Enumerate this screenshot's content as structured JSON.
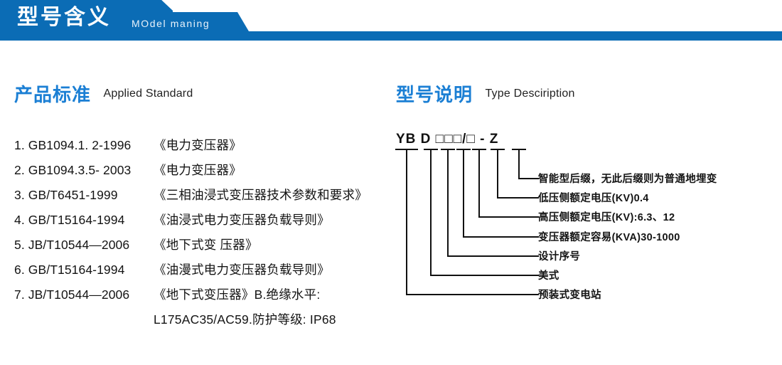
{
  "banner": {
    "title_cn": "型号含义",
    "title_en": "MOdel maning",
    "color": "#0b6cb5"
  },
  "sections": {
    "left": {
      "title_cn": "产品标准",
      "title_en": "Applied Standard"
    },
    "right": {
      "title_cn": "型号说明",
      "title_en": "Type Desciription"
    }
  },
  "standards": [
    {
      "code": "1. GB1094.1. 2-1996",
      "name": "《电力变压器》"
    },
    {
      "code": "2. GB1094.3.5- 2003",
      "name": "《电力变压器》"
    },
    {
      "code": "3. GB/T6451-1999",
      "name": "《三相油浸式变压器技术参数和要求》"
    },
    {
      "code": "4. GB/T15164-1994",
      "name": "《油浸式电力变压器负载导则》"
    },
    {
      "code": "5. JB/T10544—2006",
      "name": "《地下式变 压器》"
    },
    {
      "code": "6. GB/T15164-1994",
      "name": "《油漫式电力变压器负载导则》"
    },
    {
      "code": "7. JB/T10544—2006",
      "name": "《地下式变压器》B.绝缘水平:"
    },
    {
      "code": "",
      "name": "L175AC35/AC59.防护等级: IP68"
    }
  ],
  "type_code": {
    "text": "YB D □□□/□ - Z",
    "segments": [
      "YB",
      "D",
      "□",
      "□",
      "□",
      "/□",
      "-Z"
    ]
  },
  "type_labels": [
    "智能型后缀，无此后缀则为普通地埋变",
    "低压侧额定电压(KV)0.4",
    "高压侧额定电压(KV):6.3、12",
    "变压器额定容易(KVA)30-1000",
    "设计序号",
    "美式",
    "预装式变电站"
  ],
  "colors": {
    "banner_blue": "#0b6cb5",
    "heading_blue": "#1b7fd4",
    "text_dark": "#141414"
  }
}
